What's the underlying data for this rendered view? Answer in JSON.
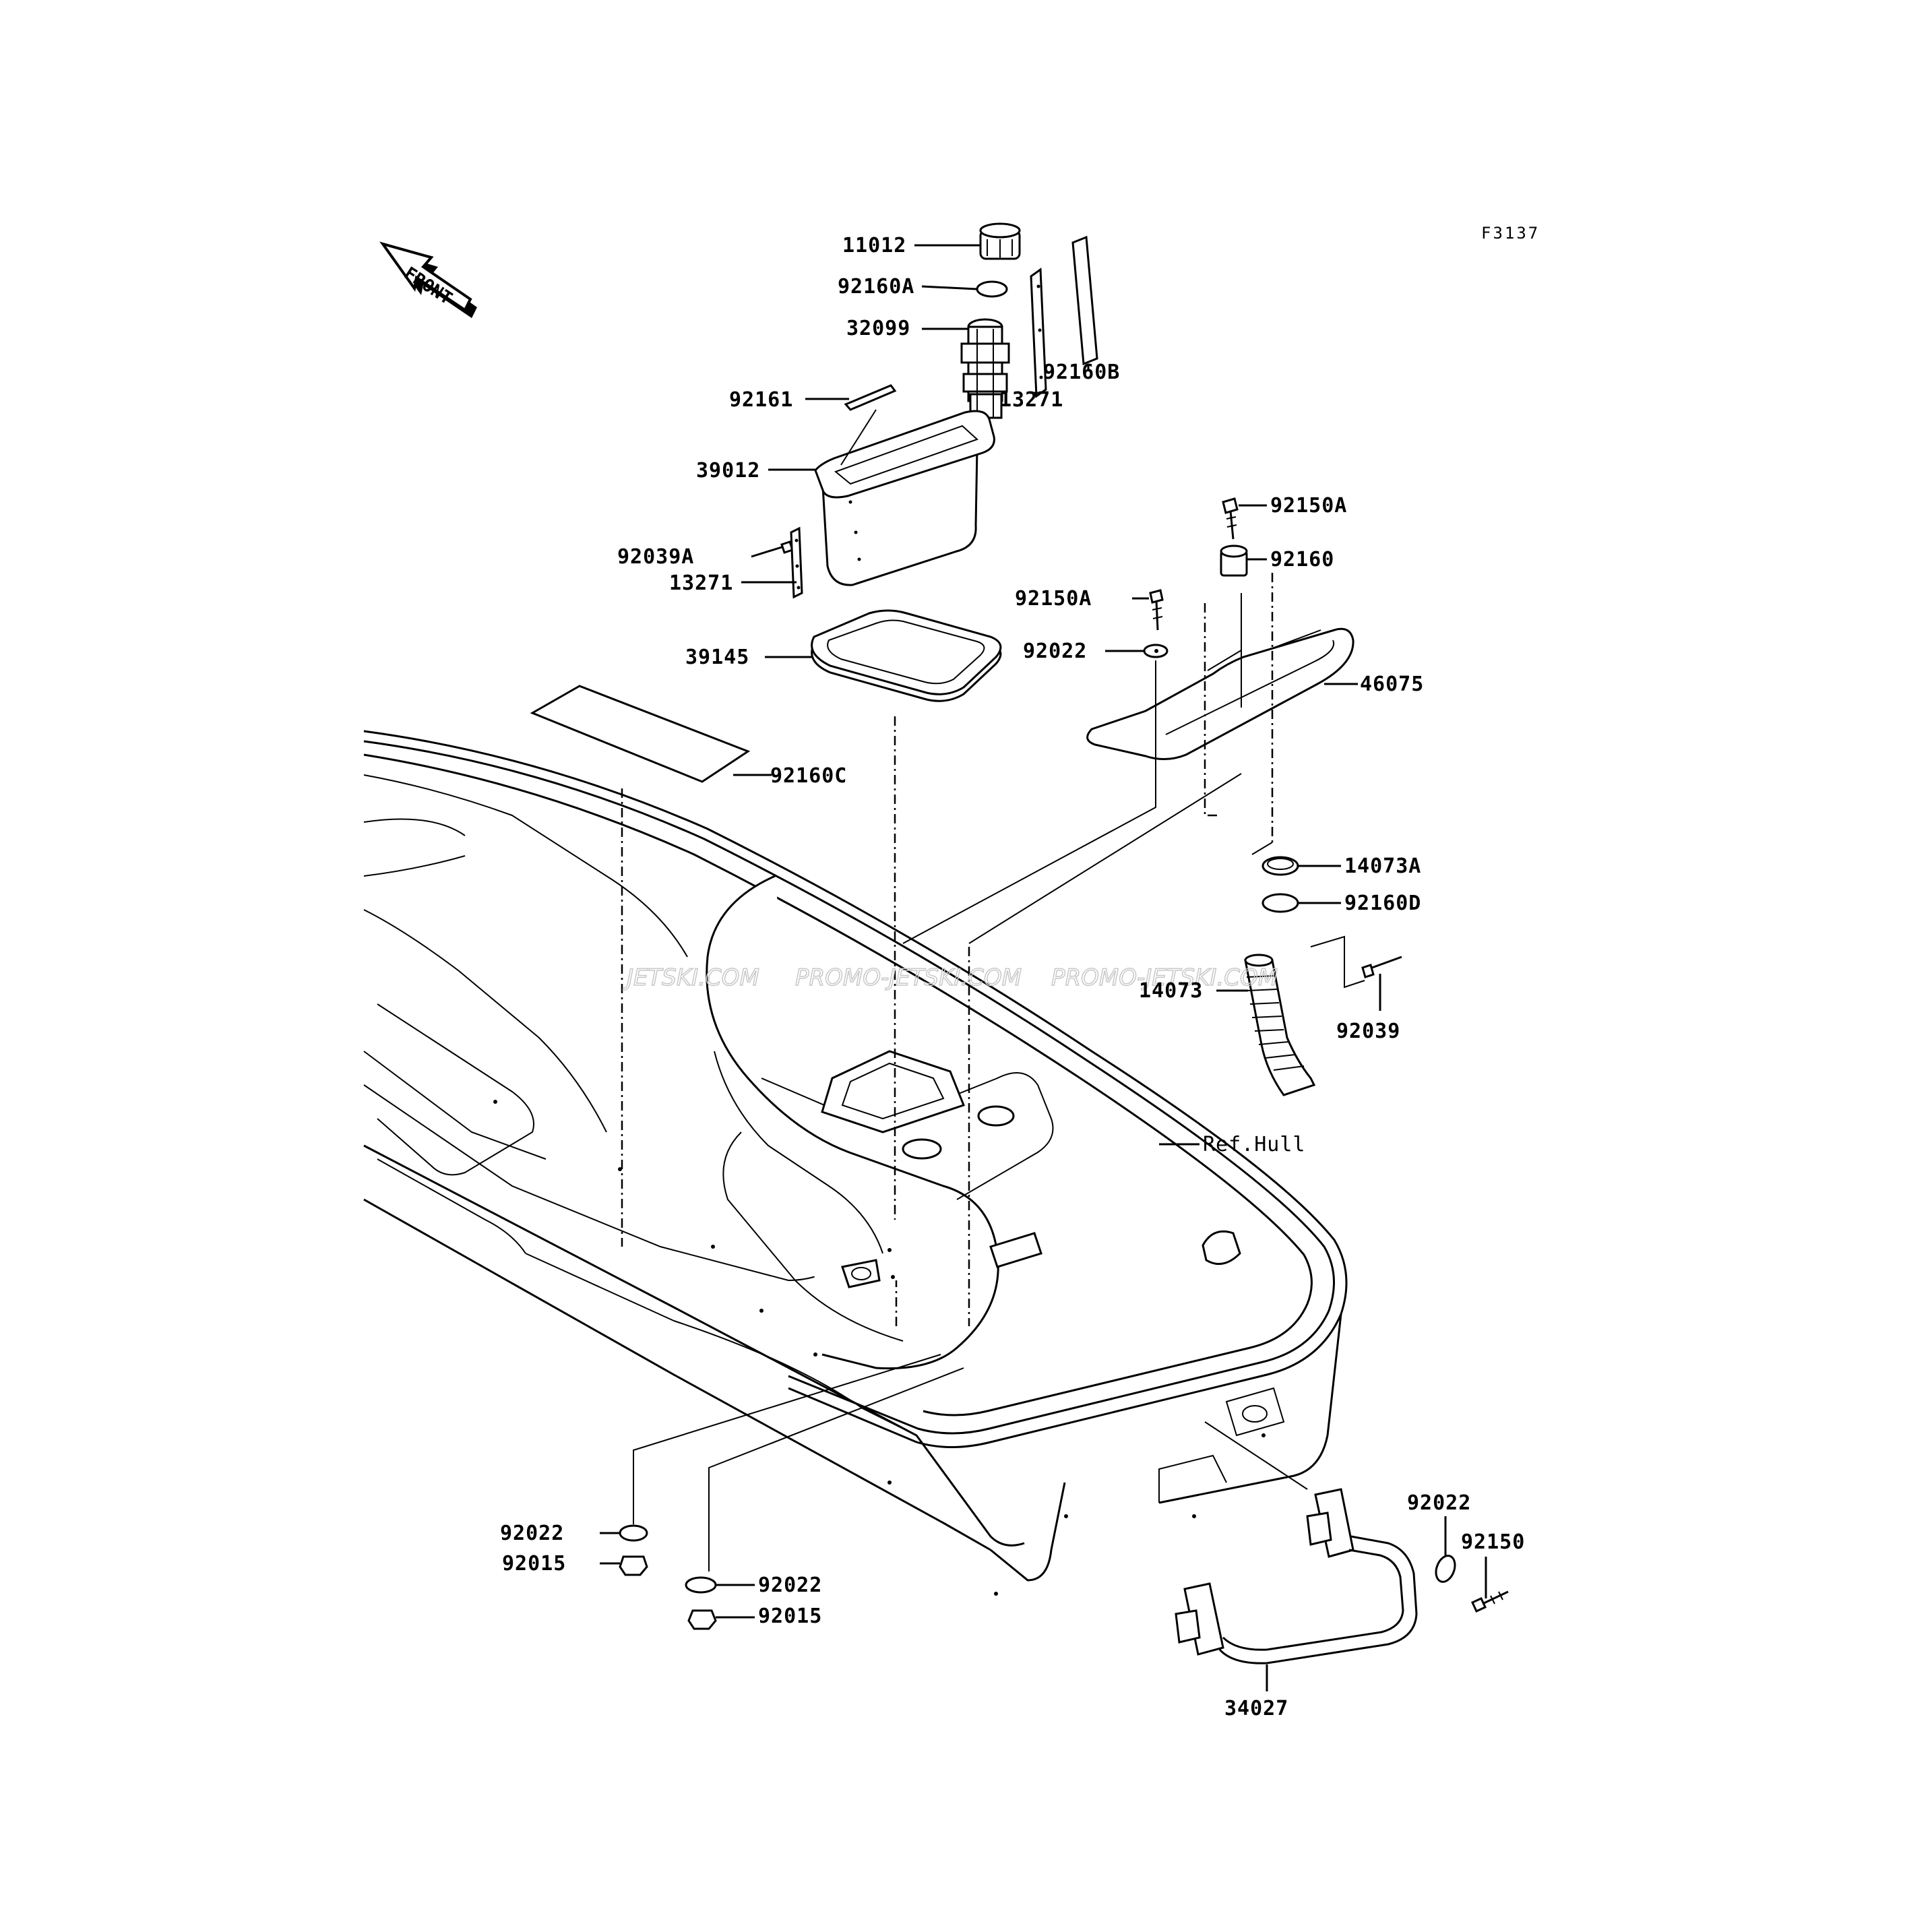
{
  "figure_code": "F3137",
  "front_arrow_label": "FRONT",
  "watermarks": [
    "JETSKI.COM",
    "PROMO-JETSKI.COM",
    "PROMO-JETSKI.COM"
  ],
  "parts": {
    "p11012": "11012",
    "p92160A": "92160A",
    "p32099": "32099",
    "p92160B": "92160B",
    "p92161": "92161",
    "p13271_top": "13271",
    "p39012": "39012",
    "p92039A": "92039A",
    "p13271_bottom": "13271",
    "p39145": "39145",
    "p92160C": "92160C",
    "p92150A_top": "92150A",
    "p92160": "92160",
    "p92150A_mid": "92150A",
    "p92022_mid": "92022",
    "p46075": "46075",
    "p14073A": "14073A",
    "p92160D": "92160D",
    "p14073": "14073",
    "p92039": "92039",
    "ref_hull": "Ref.Hull",
    "p92022_left": "92022",
    "p92015_left": "92015",
    "p92022_center": "92022",
    "p92015_center": "92015",
    "p92022_right": "92022",
    "p92150": "92150",
    "p34027": "34027"
  }
}
